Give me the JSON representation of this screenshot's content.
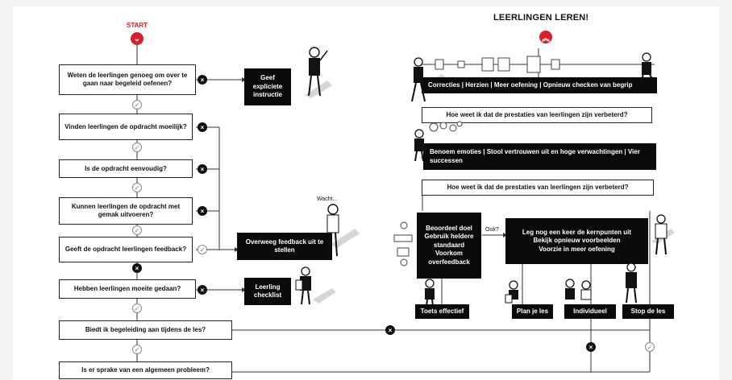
{
  "header": {
    "start_label": "START",
    "title": "LEERLINGEN LEREN!"
  },
  "questions": [
    "Weten de leerlingen genoeg om over te gaan naar begeleid oefenen?",
    "Vinden leerlingen de opdracht moeilijk?",
    "Is de opdracht eenvoudig?",
    "Kunnen leerlingen de opdracht met gemak uitvoeren?",
    "Geeft de opdracht leerlingen feedback?",
    "Hebben leerlingen moeite gedaan?",
    "Biedt ik begeleiding aan tijdens de les?",
    "Is er sprake van een algemeen probleem?"
  ],
  "actions": {
    "explicit": "Geef expliciete instructie",
    "feedback": "Overweeg feedback uit te stellen",
    "checklist": "Leerling checklist"
  },
  "right": {
    "row1": "Correcties | Herzien | Meer oefening | Opnieuw checken van begrip",
    "q1": "Hoe weet ik dat de prestaties van leerlingen zijn verbeterd?",
    "row2": "Benoem emoties | Stool vertrouwen uit en hoge verwachtingen | Vier successen",
    "q2": "Hoe weet ik dat de prestaties van leerlingen zijn verbeterd?",
    "criteria": "Beoordeel doel\nGebruik heldere standaard\nVoorkom overfeedback",
    "ook": "Ook?",
    "repeat": "Leg nog een keer de kernpunten uit\nBekijk opnieuw voorbeelden\nVoorzie in meer oefening",
    "wacht": "Wacht..."
  },
  "bottom_buttons": [
    "Toets effectief",
    "Plan je les",
    "Individueel",
    "Stop de les"
  ],
  "colors": {
    "accent_red": "#d8202a",
    "box_black": "#0a0a0a"
  },
  "icons": {
    "start": "chevron-down-icon",
    "finish": "double-chevron-up-icon",
    "yes": "check-icon",
    "no": "cross-icon"
  }
}
